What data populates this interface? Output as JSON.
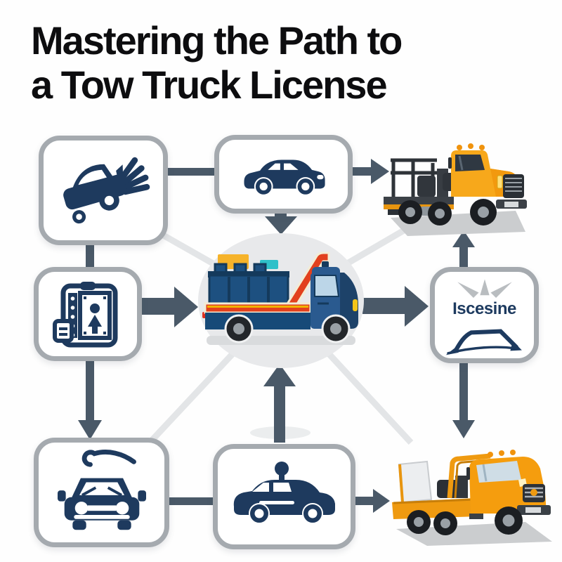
{
  "title": {
    "line1": "Mastering the Path to",
    "line2": "a Tow Truck License"
  },
  "nodes": {
    "top_left": {
      "icon": "crashed-car-icon"
    },
    "top_middle": {
      "icon": "car-side-icon"
    },
    "top_right": {
      "illustration": "yellow-service-tow-truck"
    },
    "middle_left": {
      "icon": "license-card-icon"
    },
    "center": {
      "illustration": "flatbed-tow-truck"
    },
    "middle_right": {
      "icon": "car-outline-arrow-icon",
      "label": "Iscesine"
    },
    "bottom_left": {
      "icon": "car-front-icon"
    },
    "bottom_middle": {
      "icon": "car-beacon-icon"
    },
    "bottom_right": {
      "illustration": "orange-flatbed-tow-truck"
    }
  },
  "colors": {
    "icon_navy": "#1e3a5e",
    "connector_dark": "#4a5968",
    "diagonal_light": "#e3e5e7",
    "box_border": "#a5aaaf",
    "ellipse_fill": "#e8e9eb",
    "truck_yellow": "#f7a81b",
    "truck_orange": "#f59d0e",
    "cab_blue": "#2a5a8f",
    "ramp_red": "#e2401d",
    "title_black": "#0d0d0f"
  }
}
